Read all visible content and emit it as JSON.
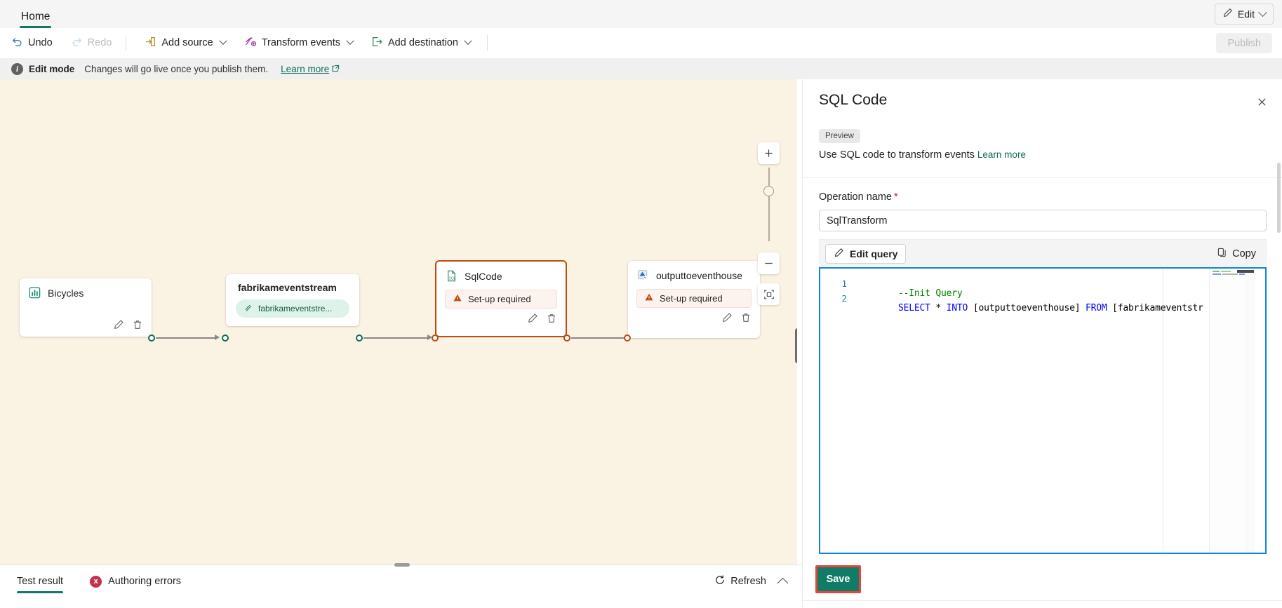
{
  "window": {
    "tab_label": "Home",
    "edit_button": "Edit",
    "publish_button": "Publish"
  },
  "ribbon": {
    "undo": "Undo",
    "redo": "Redo",
    "add_source": "Add source",
    "transform_events": "Transform events",
    "add_destination": "Add destination"
  },
  "banner": {
    "title": "Edit mode",
    "message": "Changes will go live once you publish them.",
    "link": "Learn more"
  },
  "canvas": {
    "nodes": [
      {
        "id": "bicycles",
        "title": "Bicycles",
        "icon": "chart-icon",
        "status": null
      },
      {
        "id": "fabrikameventstream",
        "title": "fabrikameventstream",
        "icon": "stream-icon",
        "pill": "fabrikameventstre..."
      },
      {
        "id": "sqlcode",
        "title": "SqlCode",
        "icon": "sql-file-icon",
        "status": "Set-up required"
      },
      {
        "id": "outputtoeventhouse",
        "title": "outputtoeventhouse",
        "icon": "eventhouse-icon",
        "status": "Set-up required"
      }
    ],
    "zoom_controls": {
      "zoom_in": "+",
      "zoom_out": "−",
      "fit_to_screen": "fit-to-screen"
    }
  },
  "bottom_panel": {
    "tabs": [
      {
        "label": "Test result",
        "active": true
      },
      {
        "label": "Authoring errors",
        "active": false,
        "badge": "x"
      }
    ],
    "refresh": "Refresh"
  },
  "side_panel": {
    "title": "SQL Code",
    "badge": "Preview",
    "description": "Use SQL code to transform events",
    "description_link": "Learn more",
    "operation_name_label": "Operation name",
    "operation_name_value": "SqlTransform",
    "edit_query_button": "Edit query",
    "copy_button": "Copy",
    "save_button": "Save",
    "code": {
      "lines": [
        {
          "number": "1",
          "tokens": [
            {
              "t": "--Init Query",
              "c": "cmt"
            }
          ]
        },
        {
          "number": "2",
          "tokens": [
            {
              "t": "SELECT",
              "c": "kw"
            },
            {
              "t": " * ",
              "c": "txt"
            },
            {
              "t": "INTO",
              "c": "kw"
            },
            {
              "t": " [outputtoeventhouse] ",
              "c": "txt"
            },
            {
              "t": "FROM",
              "c": "kw"
            },
            {
              "t": " [fabrikameventstr",
              "c": "txt"
            }
          ]
        }
      ]
    }
  },
  "colors": {
    "accent_teal": "#117865",
    "canvas_bg": "#faf2e2",
    "selected_border": "#bf4b10",
    "warning": "#bf4b10",
    "error_red": "#c4314b",
    "highlight_red": "#e8443a",
    "save_green": "#107c67",
    "editor_focus_blue": "#0f86d8"
  }
}
